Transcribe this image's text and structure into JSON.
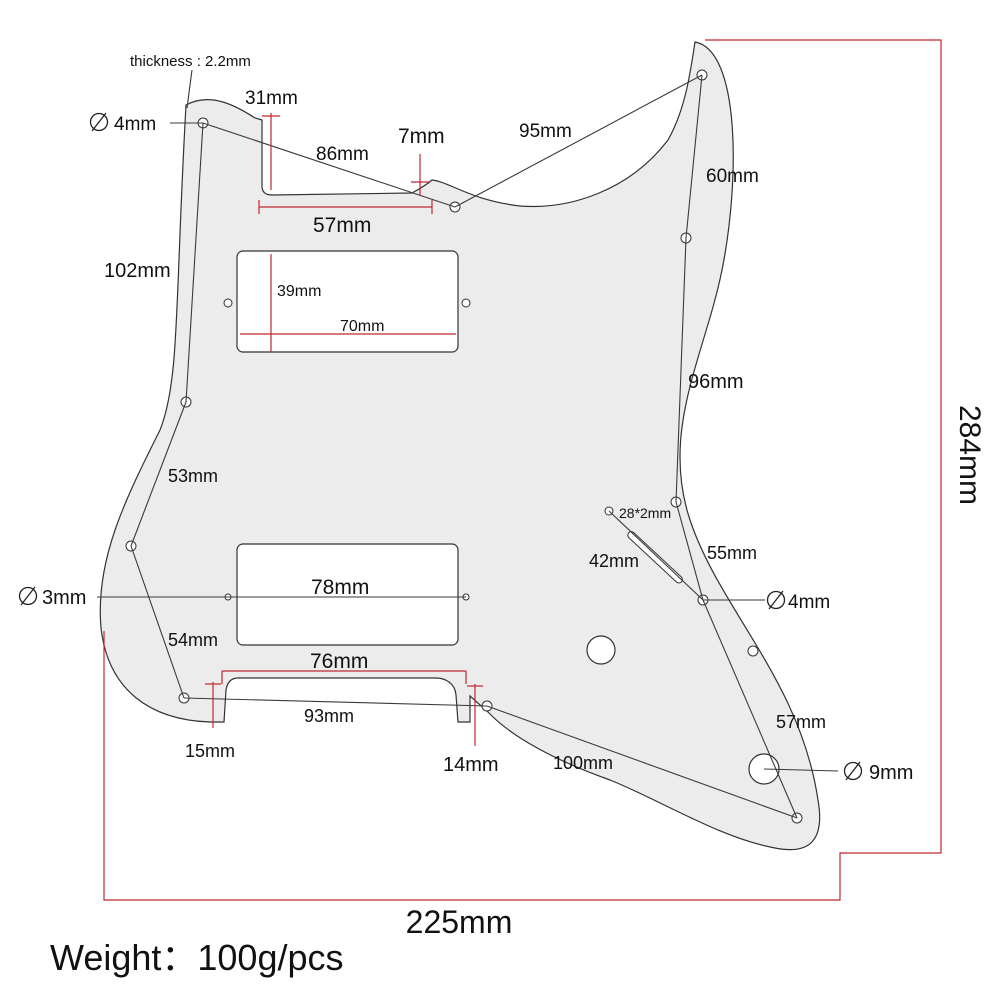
{
  "thickness": "thickness : 2.2mm",
  "labels": {
    "d4_top": "4mm",
    "w31": "31mm",
    "w7": "7mm",
    "l86": "86mm",
    "l95": "95mm",
    "l60": "60mm",
    "w57_slot": "57mm",
    "h102": "102mm",
    "h39": "39mm",
    "w70": "70mm",
    "h96": "96mm",
    "h53": "53mm",
    "switch_28x2": "28*2mm",
    "l42": "42mm",
    "l55": "55mm",
    "d4_right": "4mm",
    "d3": "3mm",
    "w78": "78mm",
    "h54": "54mm",
    "w76": "76mm",
    "l93": "93mm",
    "l57_right": "57mm",
    "w15": "15mm",
    "w14": "14mm",
    "l100": "100mm",
    "d9": "9mm",
    "height_284": "284mm",
    "width_225": "225mm"
  },
  "weight": "Weight：100g/pcs",
  "colors": {
    "pickguard_fill": "#ececec",
    "outline": "#333333",
    "red_dimension": "#c0282e",
    "background": "#ffffff"
  }
}
